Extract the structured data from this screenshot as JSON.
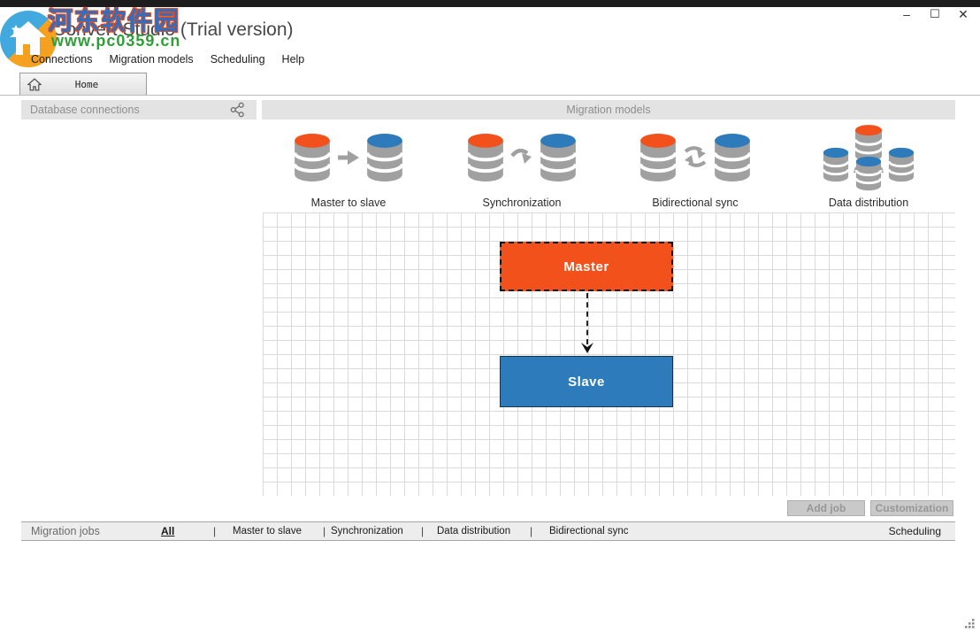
{
  "window": {
    "title": "DBConvert Studio (Trial version)",
    "controls": {
      "minimize": "–",
      "maximize": "☐",
      "close": "✕"
    }
  },
  "watermark": {
    "site_name": "河东软件园",
    "site_url": "www.pc0359.cn"
  },
  "menu": {
    "items": [
      "Connections",
      "Migration models",
      "Scheduling",
      "Help"
    ]
  },
  "tabs": {
    "home_label": "Home"
  },
  "panels": {
    "connections_title": "Database connections",
    "models_title": "Migration models"
  },
  "models": [
    {
      "label": "Master to slave"
    },
    {
      "label": "Synchronization"
    },
    {
      "label": "Bidirectional sync"
    },
    {
      "label": "Data distribution"
    }
  ],
  "canvas": {
    "master_label": "Master",
    "slave_label": "Slave"
  },
  "buttons": {
    "add_job": "Add job",
    "customization": "Customization"
  },
  "jobsbar": {
    "title": "Migration jobs",
    "separator": "|",
    "filters": [
      "All",
      "Master to slave",
      "Synchronization",
      "Data distribution",
      "Bidirectional sync"
    ],
    "active_filter": "All",
    "scheduling_link": "Scheduling"
  },
  "colors": {
    "accent_orange": "#f2511b",
    "accent_blue": "#2d7bba",
    "db_gray": "#a0a0a0",
    "panel_header_bg": "#e3e3e3"
  }
}
